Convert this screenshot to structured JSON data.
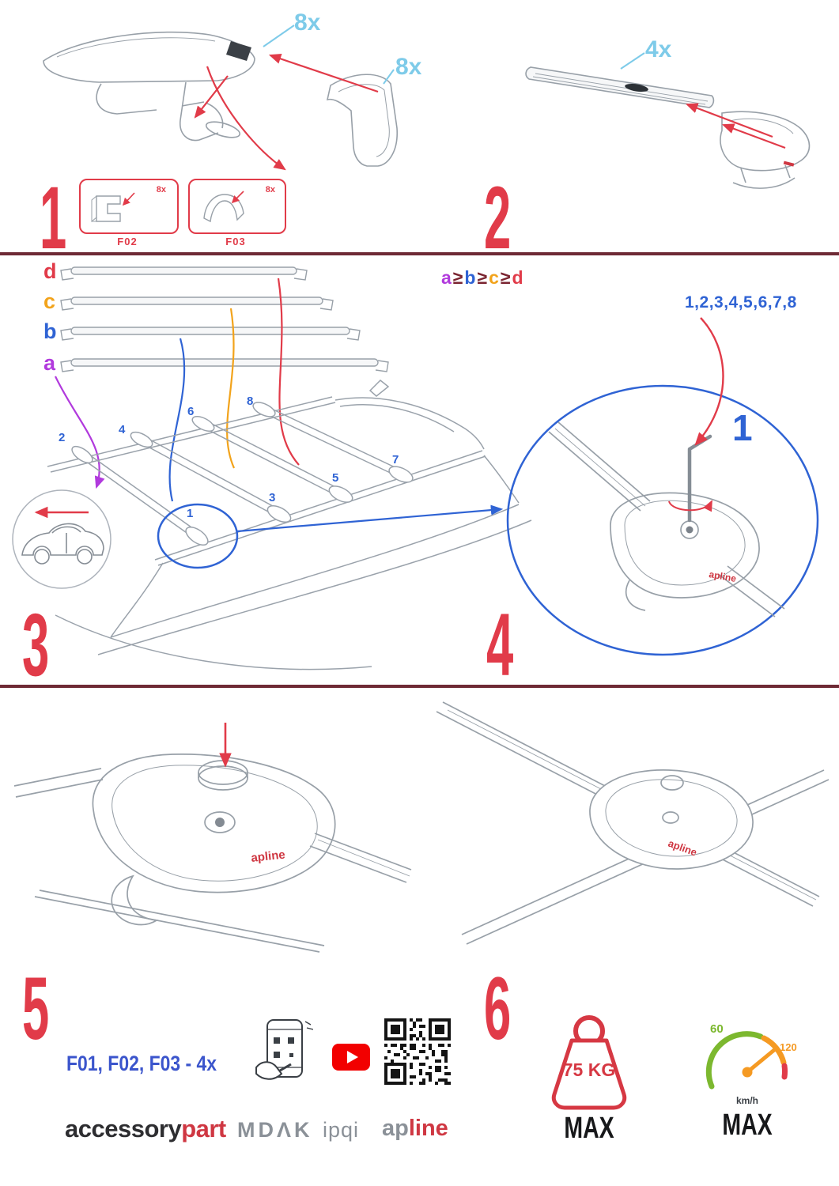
{
  "colors": {
    "accent_red": "#e13b49",
    "cyan": "#7ecbe9",
    "blue": "#2f63d4",
    "purple": "#b13add",
    "orange": "#f2a31b",
    "divider_maroon": "#6e2a35",
    "brand_red": "#cf3742",
    "brand_gray": "#8b9198",
    "speed_green": "#7cb82f",
    "speed_orange": "#f59a23",
    "youtube_red": "#f20000",
    "blue_text": "#3b55cc"
  },
  "steps": {
    "n1": "1",
    "n2": "2",
    "n3": "3",
    "n4": "4",
    "n5": "5",
    "n6": "6"
  },
  "step1": {
    "qty_bar": "8x",
    "qty_cover": "8x",
    "box1": {
      "label": "F02",
      "qty": "8x"
    },
    "box2": {
      "label": "F03",
      "qty": "8x"
    }
  },
  "step2": {
    "qty": "4x"
  },
  "step3": {
    "bars": [
      {
        "label": "d"
      },
      {
        "label": "c"
      },
      {
        "label": "b"
      },
      {
        "label": "a"
      }
    ],
    "formula": [
      {
        "t": "a"
      },
      {
        "t": "≥"
      },
      {
        "t": "b"
      },
      {
        "t": "≥"
      },
      {
        "t": "c"
      },
      {
        "t": "≥"
      },
      {
        "t": "d"
      }
    ],
    "positions": [
      "1",
      "2",
      "3",
      "4",
      "5",
      "6",
      "7",
      "8"
    ]
  },
  "step4": {
    "sequence": "1,2,3,4,5,6,7,8",
    "first": "1"
  },
  "clamp_logo": "apline",
  "footer": {
    "parts": "F01, F02, F03 - 4x",
    "brand1a": "accessory",
    "brand1b": "part",
    "brand2": "MDΛK",
    "brand3": "ipqi",
    "brand4a": "ap",
    "brand4b": "line",
    "weight": "75 KG",
    "weight_max": "MAX",
    "speed_low": "60",
    "speed_high": "120",
    "speed_unit": "km/h",
    "speed_max": "MAX"
  }
}
